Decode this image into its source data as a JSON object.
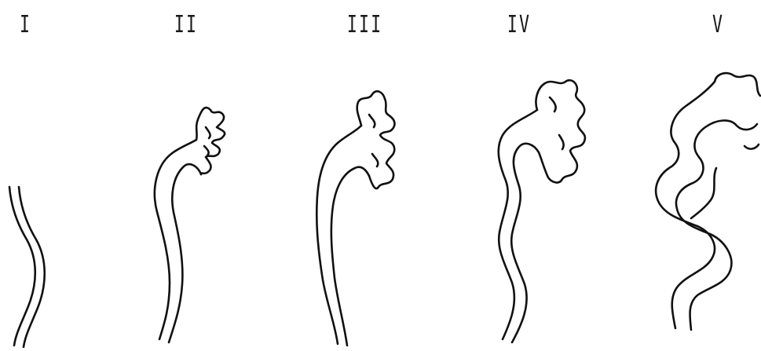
{
  "stages": [
    {
      "id": "stage-1",
      "label": "I"
    },
    {
      "id": "stage-2",
      "label": "II"
    },
    {
      "id": "stage-3",
      "label": "III"
    },
    {
      "id": "stage-4",
      "label": "IV"
    },
    {
      "id": "stage-5",
      "label": "V"
    }
  ],
  "colors": {
    "line": "#111111",
    "background": "#ffffff"
  }
}
